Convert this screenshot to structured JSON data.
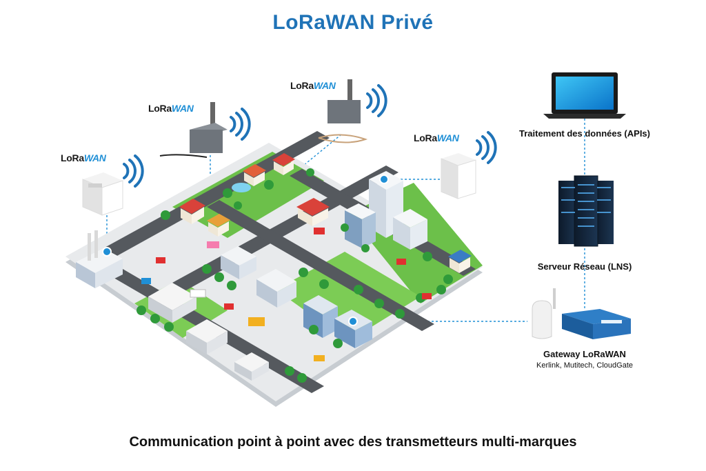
{
  "title": "LoRaWAN Privé",
  "caption": "Communication point à point avec des transmetteurs multi-marques",
  "logo": {
    "lora": "LoRa",
    "wan": "WAN"
  },
  "nodes": {
    "apis": "Traitement des données (APIs)",
    "lns": "Serveur Réseau (LNS)",
    "gateway": "Gateway LoRaWAN",
    "gateway_brands": "Kerlink, Mutitech, CloudGate"
  },
  "colors": {
    "title": "#1f73b7",
    "link": "#1f8fd6",
    "grass": "#6cc04a",
    "road": "#55595e"
  }
}
